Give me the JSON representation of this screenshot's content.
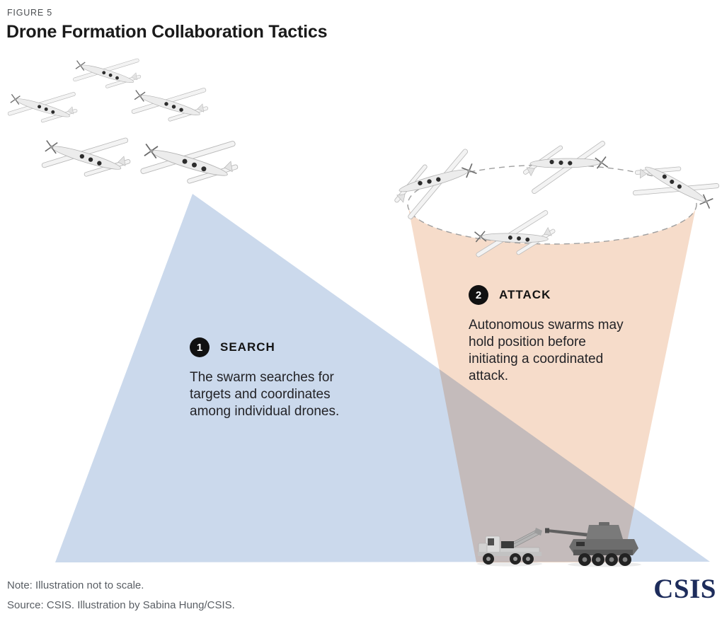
{
  "figure": {
    "eyebrow": "FIGURE 5",
    "title": "Drone Formation Collaboration Tactics"
  },
  "steps": [
    {
      "number": "1",
      "name": "SEARCH",
      "description": "The swarm searches for targets and coordinates among individual drones."
    },
    {
      "number": "2",
      "name": "ATTACK",
      "description": "Autonomous swarms may hold position before initiating a coordinated attack."
    }
  ],
  "illustration": {
    "search_swarm": {
      "drone_count": 5,
      "drone_type": "fixed-wing UAV",
      "formation": "staggered search formation"
    },
    "attack_swarm": {
      "drone_count": 4,
      "drone_type": "fixed-wing UAV",
      "formation": "circling holding pattern"
    },
    "targets": [
      {
        "name": "multiple rocket launcher truck"
      },
      {
        "name": "self-propelled artillery vehicle"
      }
    ],
    "colors": {
      "search_cone": "#cbd9ec",
      "attack_cone": "#f6dcca",
      "orbit_dash": "#9f9f9f",
      "badge": "#111111"
    }
  },
  "footer": {
    "note": "Note: Illustration not to scale.",
    "source": "Source: CSIS. Illustration by Sabina Hung/CSIS.",
    "logo_text": "CSIS"
  }
}
